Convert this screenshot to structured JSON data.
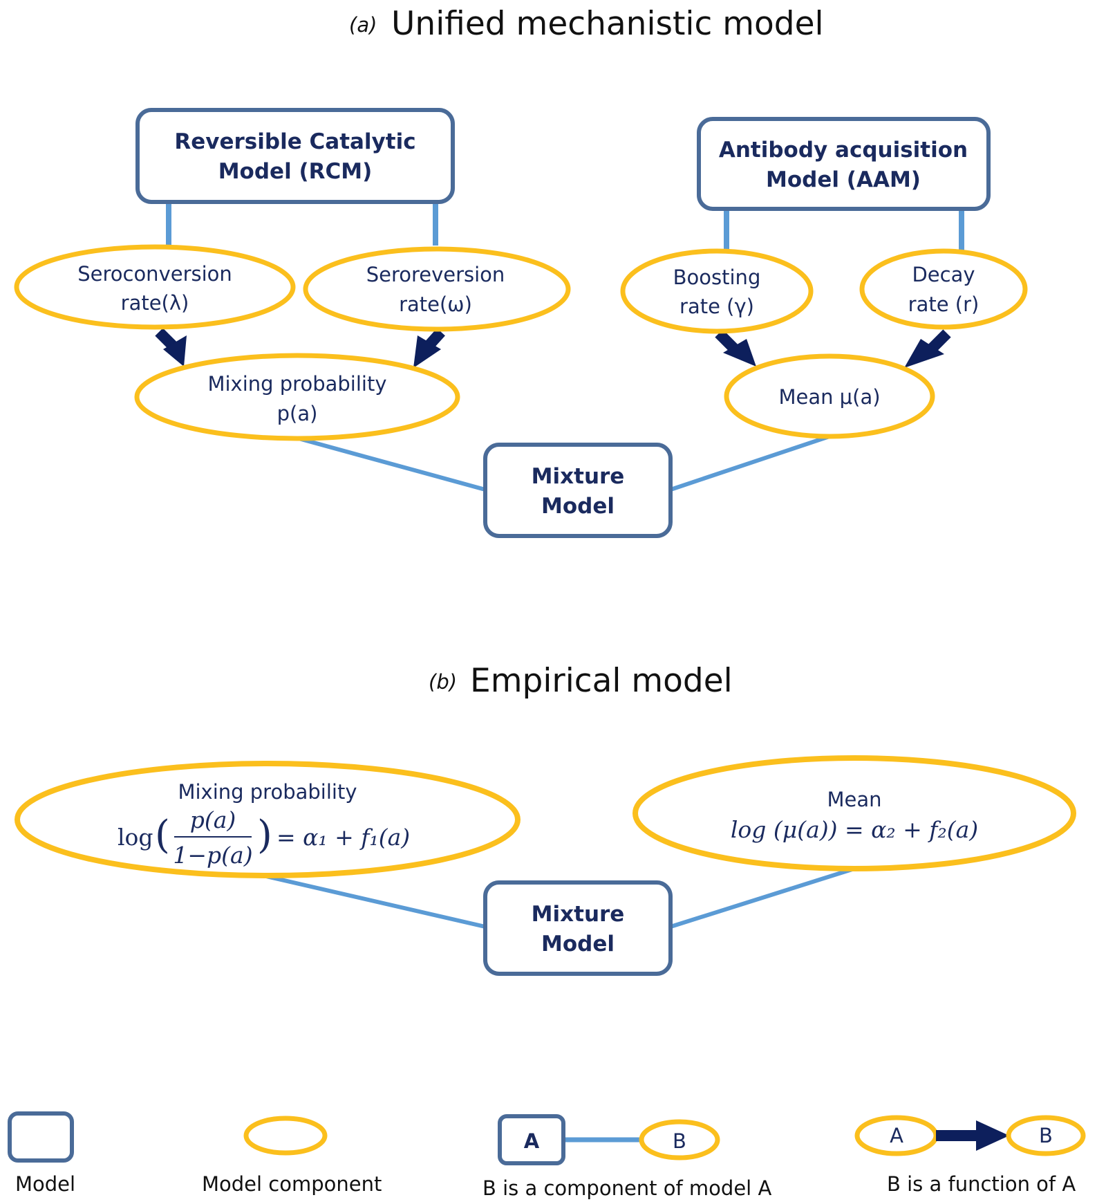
{
  "panel_a": {
    "letter": "(a)",
    "title": "Unified mechanistic model",
    "rcm": {
      "line1": "Reversible Catalytic",
      "line2": "Model (RCM)"
    },
    "aam": {
      "line1": "Antibody acquisition",
      "line2": "Model (AAM)"
    },
    "seroconversion": {
      "line1": "Seroconversion",
      "line2": "rate(λ)"
    },
    "seroreversion": {
      "line1": "Seroreversion",
      "line2": "rate(ω)"
    },
    "boosting": {
      "line1": "Boosting",
      "line2": "rate (γ)"
    },
    "decay": {
      "line1": "Decay",
      "line2": "rate (r)"
    },
    "mixing": {
      "line1": "Mixing probability",
      "line2": "p(a)"
    },
    "mean": {
      "line1": "Mean μ(a)"
    },
    "mixture": {
      "line1": "Mixture",
      "line2": "Model"
    }
  },
  "panel_b": {
    "letter": "(b)",
    "title": "Empirical model",
    "mixing": {
      "line1": "Mixing probability",
      "log": "log",
      "numerator": "p(a)",
      "denominator": "1−p(a)",
      "rhs": "= α₁ + f₁(a)"
    },
    "mean": {
      "line1": "Mean",
      "line2": "log (μ(a)) =  α₂ + f₂(a)"
    },
    "mixture": {
      "line1": "Mixture",
      "line2": "Model"
    }
  },
  "legend": {
    "model": "Model",
    "component": "Model component",
    "component_of": "B is a component of model A",
    "function_of": "B is a function of A",
    "node_a": "A",
    "node_b": "B"
  },
  "colors": {
    "box_border": "#4a6b98",
    "oval_border": "#fbbf1d",
    "link_line": "#5b9bd5",
    "arrow": "#0d1f5c",
    "text": "#1a2a5e"
  }
}
